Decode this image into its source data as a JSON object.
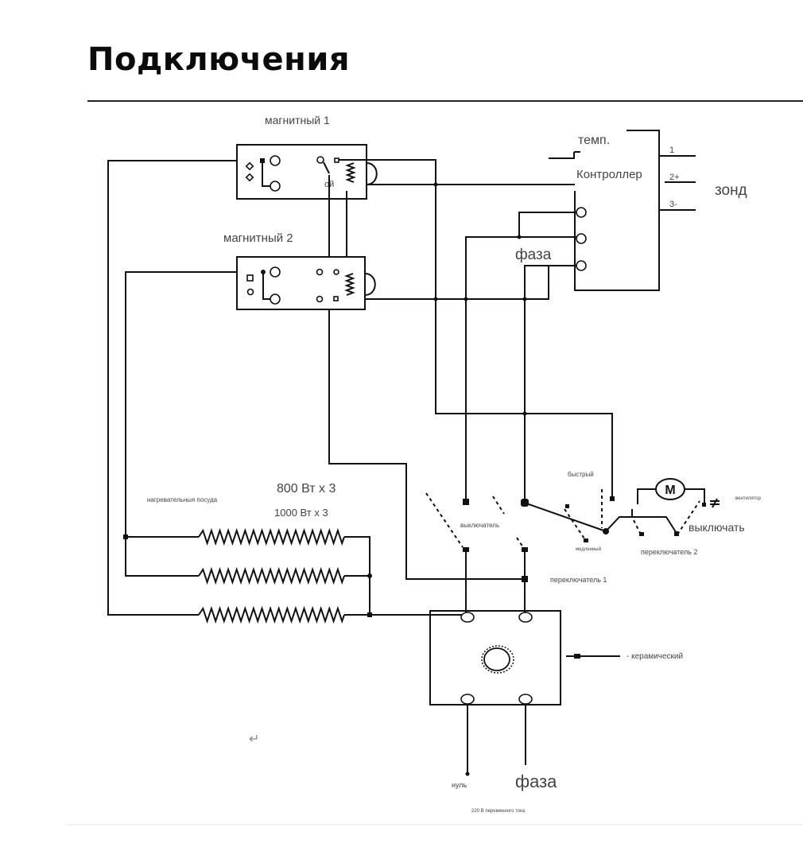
{
  "page": {
    "title": "Подключения"
  },
  "diagram": {
    "labels": {
      "relay1": "магнитный 1",
      "relay1_contact": "ой",
      "relay2": "магнитный 2",
      "temp": "темп.",
      "controller": "Контроллер",
      "probe_pin1": "1",
      "probe_pin2": "2+",
      "probe_pin3": "3-",
      "probe": "зонд",
      "phase_top": "фаза",
      "heater_label": "нагревательныя посуда",
      "power_800": "800 Вт х 3",
      "power_1000": "1000 Вт х 3",
      "switch_main": "выключатель",
      "fast": "быстрый",
      "slow": "медленный",
      "switch1": "переключатель 1",
      "switch2": "переключатель 2",
      "off": "выключать",
      "motor_symbol": "M",
      "fan_note": "вентилятор",
      "ceramic": "- керамический",
      "neutral": "нуль",
      "phase_bottom": "фаза",
      "supply": "220 В переменного тока",
      "return_mark": "↵"
    }
  }
}
